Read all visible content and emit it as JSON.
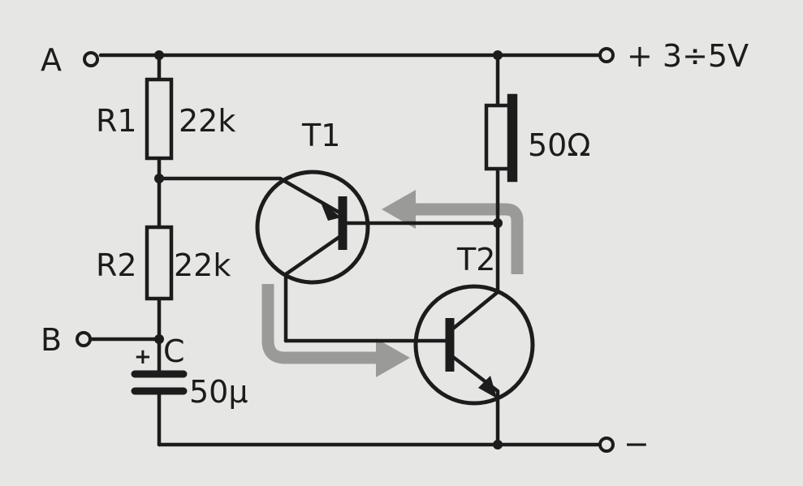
{
  "diagram": {
    "type": "circuit-schematic",
    "terminals": {
      "A": "A",
      "B": "B",
      "positive": "+ 3÷5V",
      "negative": "−"
    },
    "components": {
      "r1": {
        "name": "R1",
        "value": "22k"
      },
      "r2": {
        "name": "R2",
        "value": "22k"
      },
      "c": {
        "name": "C",
        "value": "50µ",
        "polarity": "+"
      },
      "speaker": {
        "value": "50Ω"
      },
      "t1": {
        "name": "T1"
      },
      "t2": {
        "name": "T2"
      }
    },
    "colors": {
      "ink": "#1c1c1c",
      "paper": "#e6e6e4",
      "current_arrow": "#9a9a98"
    }
  }
}
